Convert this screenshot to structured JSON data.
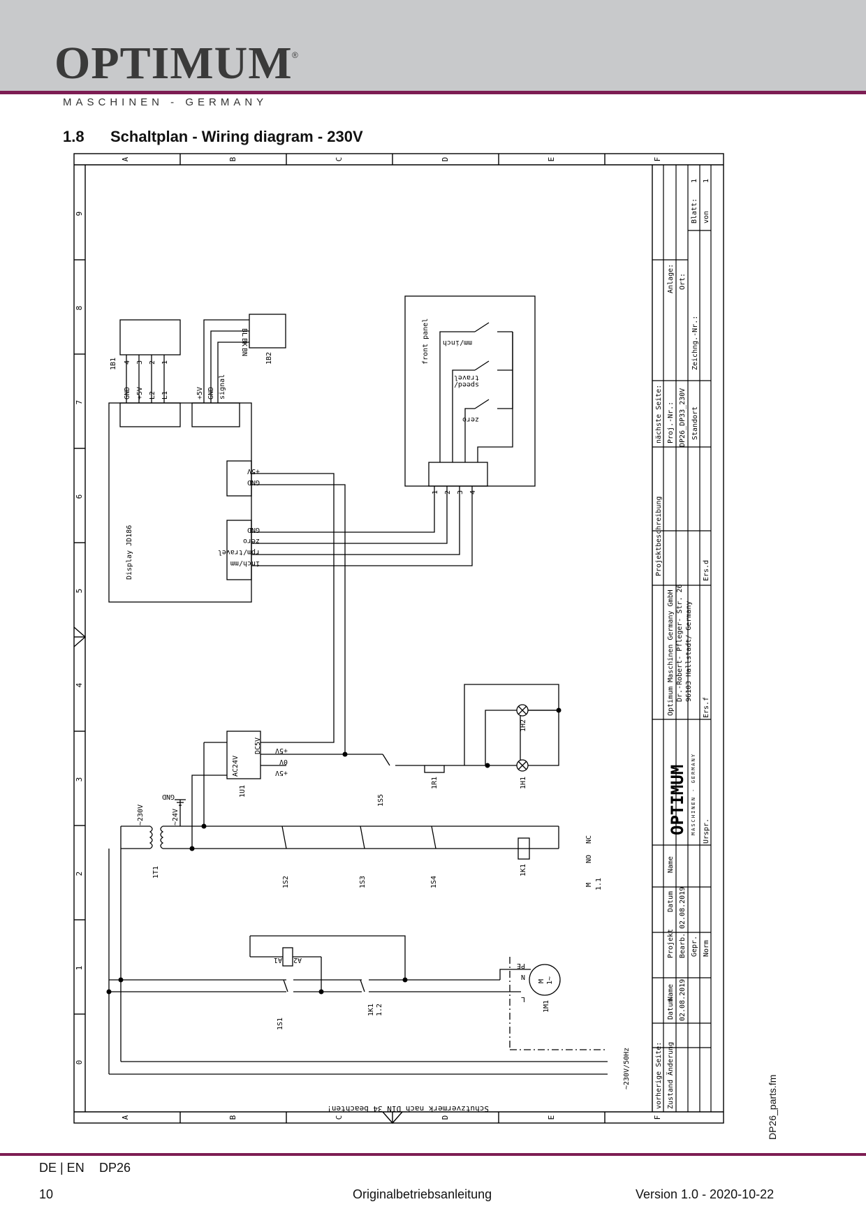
{
  "header": {
    "logo_text": "OPTIMUM",
    "logo_reg": "®",
    "logo_sub": "MASCHINEN - GERMANY"
  },
  "section": {
    "number": "1.8",
    "title": "Schaltplan - Wiring diagram - 230V"
  },
  "grid": {
    "columns": [
      "A",
      "B",
      "C",
      "D",
      "E",
      "F"
    ],
    "rows": [
      "9",
      "8",
      "7",
      "6",
      "5",
      "4",
      "3",
      "2",
      "1",
      "0"
    ]
  },
  "components": {
    "b1": "1B1",
    "b1_pins": [
      "4",
      "3",
      "2",
      "1"
    ],
    "b1_signals": [
      "GND",
      "+5V",
      "L2",
      "L1"
    ],
    "b2": "1B2",
    "b2_wires": [
      "BL",
      "BK",
      "BN"
    ],
    "display": "Display  JD186",
    "display_sensor_pins": [
      "+5V",
      "GND",
      "signal"
    ],
    "display_power": [
      "+5V",
      "GND"
    ],
    "display_panel": [
      "GND",
      "zero",
      "rpm/travel",
      "inch/mm"
    ],
    "front_panel": "front panel",
    "fp_switches": [
      "mm/inch",
      "speed/",
      "travel",
      "zero"
    ],
    "fp_terms": [
      "1",
      "2",
      "3",
      "4"
    ],
    "psu": "1U1",
    "psu_in": "AC24V",
    "psu_out": "DC5V",
    "psu_rails": [
      "+5V",
      "0V",
      "+5V"
    ],
    "transformer": "1T1",
    "tr_primary": "~230V",
    "tr_secondary": "~24V",
    "gnd": "GND",
    "s5": "1S5",
    "r1": "1R1",
    "h1": "1H1",
    "h2": "1H2",
    "s2": "1S2",
    "s3": "1S3",
    "s4": "1S4",
    "k1": "1K1",
    "k1_contact": [
      "1K1",
      "1.2"
    ],
    "contact_hdr": [
      "M",
      "NO",
      "NC"
    ],
    "contact_ref": "1.1",
    "s1": "1S1",
    "a1": "A1",
    "a2": "A2",
    "motor": "1M1",
    "motor_pins": [
      "PE",
      "N",
      "L"
    ],
    "motor_text": [
      "M",
      "1~"
    ],
    "supply": "~230V/50Hz",
    "din_note": "Schutzvermerk nach DIN 34 beachten!"
  },
  "title_block": {
    "blatt": "Blatt:",
    "blatt_val": "1",
    "von": "von",
    "von_val": "1",
    "anlage": "Anlage:",
    "ort": "Ort:",
    "zeichng": "Zeichng.-Nr.:",
    "naechste": "nächste Seite:",
    "projnr": "Proj.-Nr.:",
    "proj_val": "DP26_DP33_230V",
    "standort": "Standort",
    "projbeschr": "Projektbeschreibung",
    "ersd": "Ers.d",
    "company": [
      "Optimum Maschinen Germany GmbH",
      "Dr.-Robert- Pfleger- Str. 26",
      "96103 Hallstadt/ Germany"
    ],
    "ersf": "Ers.f",
    "logo": "OPTIMUM",
    "logo_sub": "MASCHINEN - GERMANY",
    "urspr": "Urspr.",
    "name": "Name",
    "datum": "Datum",
    "date": "02.08.2019",
    "projekt": "Projekt",
    "bearb": "Bearb.",
    "gepr": "Gepr.",
    "norm": "Norm",
    "vorherige": "vorherige Seite:",
    "zustand": "Zustand",
    "aenderung": "Änderung"
  },
  "side_file": "DP26_parts.fm",
  "footer": {
    "lang": "DE | EN",
    "model": "DP26",
    "page": "10",
    "center": "Originalbetriebsanleitung",
    "version": "Version 1.0 - 2020-10-22"
  },
  "colors": {
    "accent": "#7d1d53",
    "header_bg": "#c8c9cb"
  }
}
